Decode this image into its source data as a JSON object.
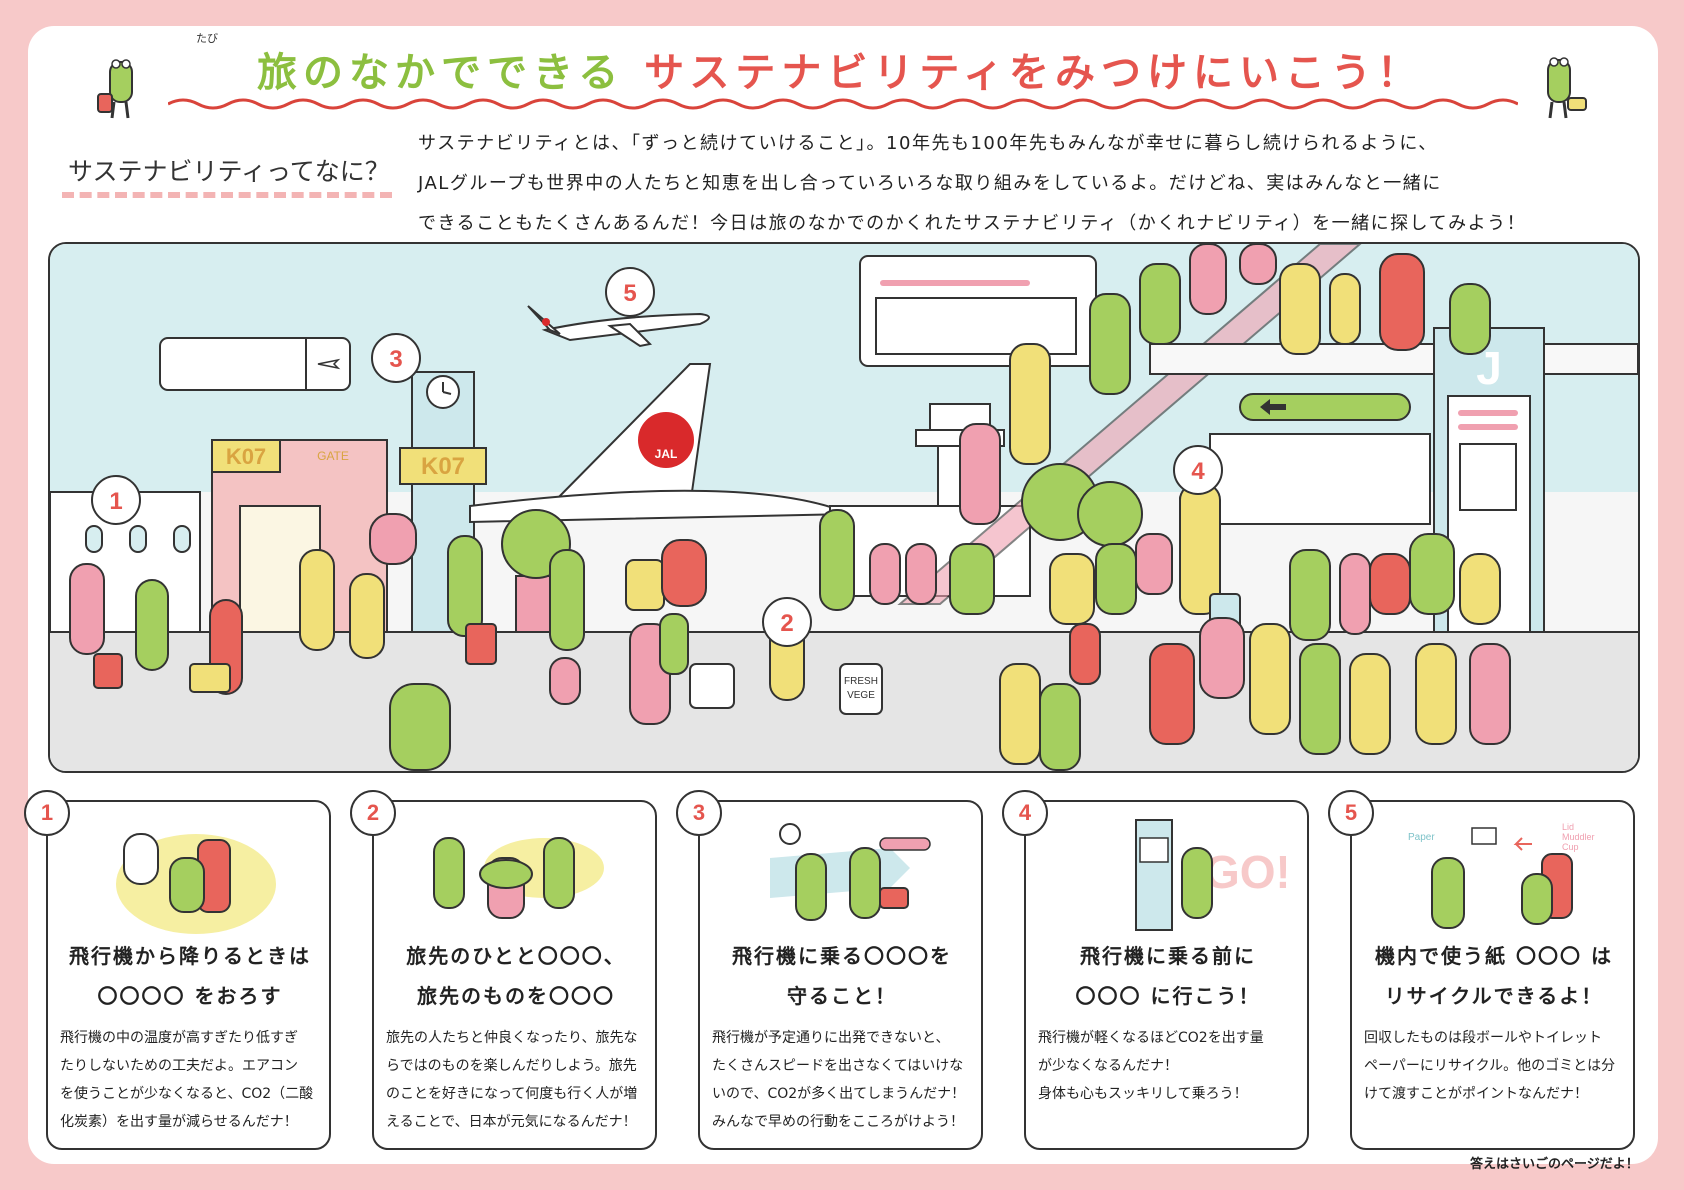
{
  "header": {
    "title_part1": "旅のなかでできる",
    "title_part2": "サステナビリティをみつけにいこう！",
    "ruby_tabi": "たび"
  },
  "intro": {
    "question": "サステナビリティってなに？",
    "lines": [
      "サステナビリティとは、「ずっと続けていけること」。10年先も100年先もみんなが幸せに暮らし続けられるように、",
      "JALグループも世界中の人たちと知恵を出し合っていろいろな取り組みをしているよ。だけどね、実はみんなと一緒に",
      "できることもたくさんあるんだ！今日は旅のなかでのかくれたサステナビリティ（かくれナビリティ）を一緒に探してみよう！"
    ]
  },
  "scene": {
    "markers": [
      "1",
      "2",
      "3",
      "4",
      "5"
    ],
    "gate_sign": "K07",
    "gate_label": "GATE",
    "gate_tower_sign": "K07",
    "airline_logo": "JAL",
    "pillar_letter": "J",
    "bag_text_1": "FRESH",
    "bag_text_2": "VEGE",
    "colors": {
      "sky": "#d7eef0",
      "floor": "#e5e5e5",
      "wall": "#f6f6f6",
      "pink": "#f0a0b0",
      "green": "#a5cf5f",
      "yellow": "#f1e079",
      "red": "#e8655c"
    }
  },
  "cards": [
    {
      "number": "1",
      "head": [
        "飛行機から降りるときは",
        "〇〇〇〇 をおろす"
      ],
      "body": [
        "飛行機の中の温度が高すぎたり低すぎ",
        "たりしないための工夫だよ。エアコン",
        "を使うことが少なくなると、CO2（二酸",
        "化炭素）を出す量が減らせるんだナ！"
      ]
    },
    {
      "number": "2",
      "head": [
        "旅先のひとと〇〇〇、",
        "旅先のものを〇〇〇"
      ],
      "body": [
        "旅先の人たちと仲良くなったり、旅先な",
        "らではのものを楽しんだりしよう。旅先",
        "のことを好きになって何度も行く人が増",
        "えることで、日本が元気になるんだナ！"
      ]
    },
    {
      "number": "3",
      "head": [
        "飛行機に乗る〇〇〇を",
        "守ること！"
      ],
      "body": [
        "飛行機が予定通りに出発できないと、",
        "たくさんスピードを出さなくてはいけな",
        "いので、CO2が多く出てしまうんだナ！",
        "みんなで早めの行動をこころがけよう！"
      ]
    },
    {
      "number": "4",
      "head": [
        "飛行機に乗る前に",
        "〇〇〇 に行こう！"
      ],
      "body": [
        "飛行機が軽くなるほどCO2を出す量",
        "が少なくなるんだナ！",
        "身体も心もスッキリして乗ろう！"
      ]
    },
    {
      "number": "5",
      "head": [
        "機内で使う紙 〇〇〇 は",
        "リサイクルできるよ！"
      ],
      "body": [
        "回収したものは段ボールやトイレット",
        "ペーパーにリサイクル。他のゴミとは分",
        "けて渡すことがポイントなんだナ！"
      ],
      "illus_labels": [
        "Paper",
        "Lid",
        "Muddler",
        "Cup"
      ]
    }
  ],
  "footer": {
    "answer_note": "答えはさいごのページだよ！"
  }
}
